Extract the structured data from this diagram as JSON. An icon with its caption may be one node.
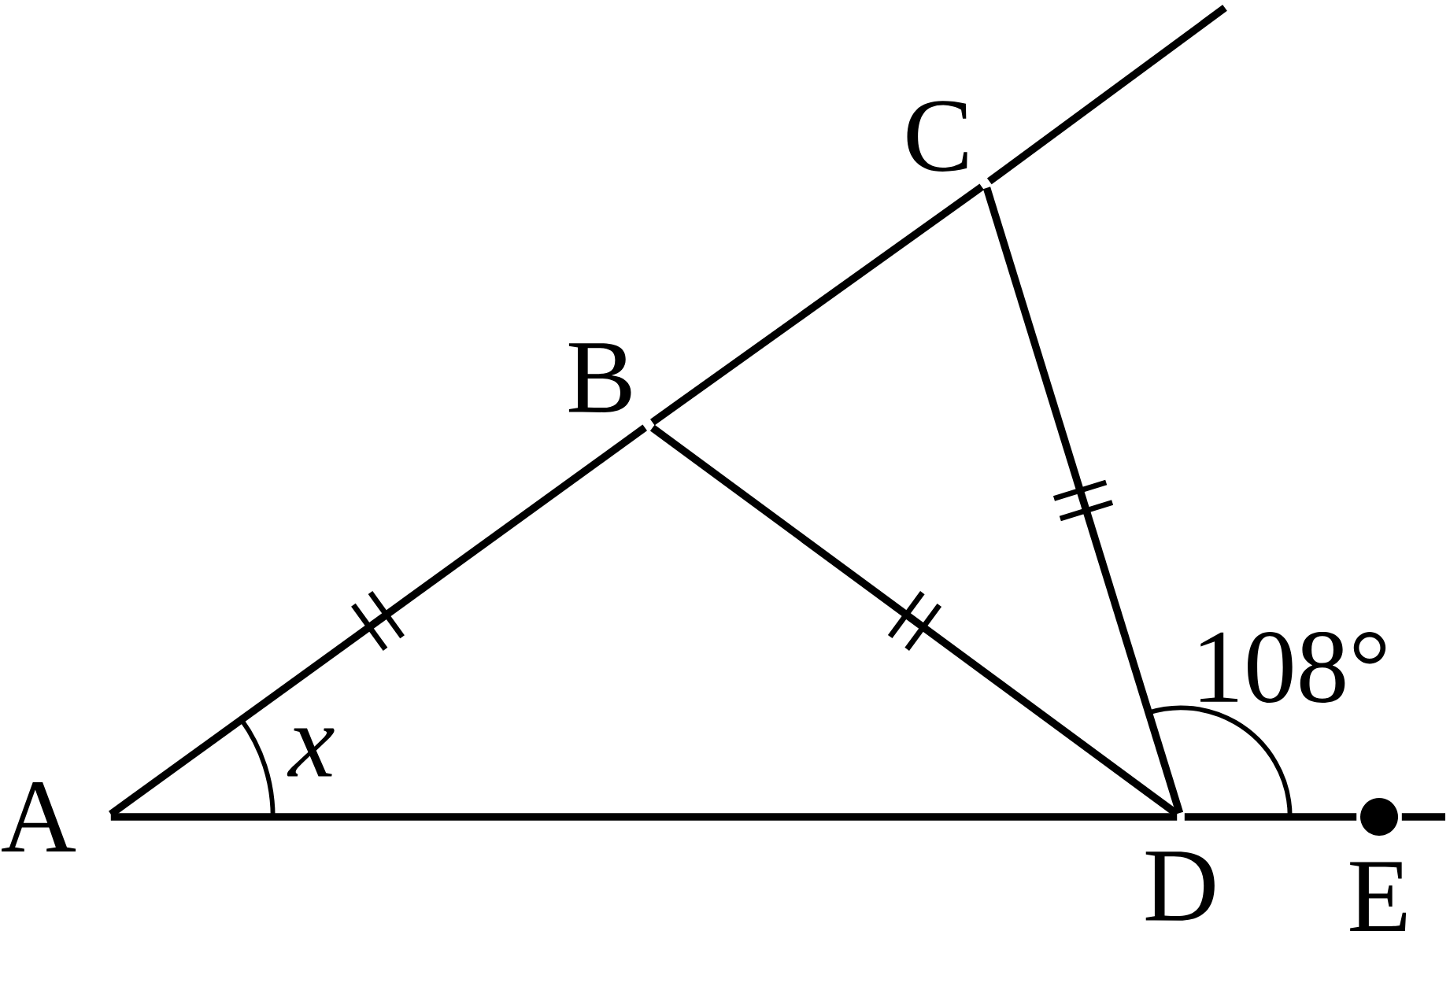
{
  "diagram": {
    "nodes": [
      {
        "text": [
          "A"
        ]
      },
      {
        "text": [
          "B"
        ]
      },
      {
        "text": [
          "C"
        ]
      },
      {
        "text": [
          "D"
        ]
      },
      {
        "text": [
          "E"
        ]
      }
    ],
    "edges": [
      {
        "from": 0,
        "to": 1,
        "arrow": "none"
      },
      {
        "from": 1,
        "to": 2,
        "arrow": "none"
      },
      {
        "from": 2,
        "to": null,
        "arrow": "none"
      },
      {
        "from": 0,
        "to": 3,
        "arrow": "none"
      },
      {
        "from": 3,
        "to": 4,
        "arrow": "none"
      },
      {
        "from": 4,
        "to": null,
        "arrow": "none"
      },
      {
        "from": 1,
        "to": 3,
        "arrow": "none"
      },
      {
        "from": 2,
        "to": 3,
        "arrow": "none"
      }
    ],
    "labels": [
      "x",
      "108°"
    ]
  }
}
